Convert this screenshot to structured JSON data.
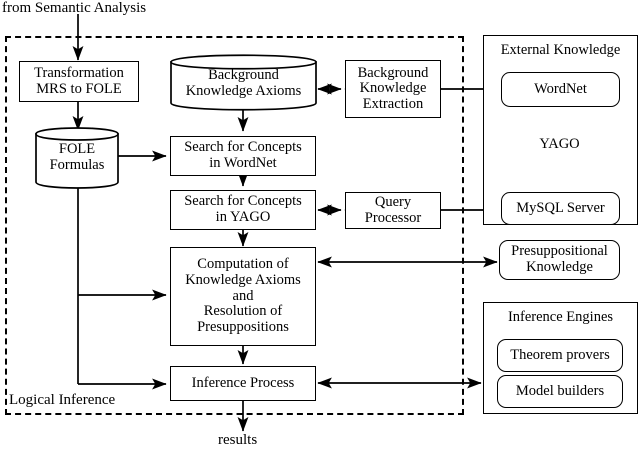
{
  "diagram": {
    "title": "Logical Inference pipeline architecture",
    "colors": {
      "stroke": "#000000",
      "fill": "#ffffff",
      "background": "#ffffff"
    },
    "external_labels": {
      "input": "from Semantic Analysis",
      "output": "results"
    },
    "regions": [
      {
        "id": "logical-inference",
        "label": "Logical Inference",
        "style": "dashed"
      },
      {
        "id": "external-knowledge",
        "label": "External Knowledge",
        "style": "solid"
      },
      {
        "id": "inference-engines",
        "label": "Inference Engines",
        "style": "solid"
      }
    ],
    "nodes": [
      {
        "id": "transformation",
        "shape": "rect",
        "lines": [
          "Transformation",
          "MRS to FOLE"
        ]
      },
      {
        "id": "fole-formulas",
        "shape": "cylinder",
        "lines": [
          "FOLE",
          "Formulas"
        ]
      },
      {
        "id": "background-knowledge-axioms",
        "shape": "cylinder",
        "lines": [
          "Background",
          "Knowledge Axioms"
        ]
      },
      {
        "id": "background-knowledge-extraction",
        "shape": "rect",
        "lines": [
          "Background",
          "Knowledge",
          "Extraction"
        ]
      },
      {
        "id": "search-wordnet",
        "shape": "rect",
        "lines": [
          "Search for Concepts",
          "in WordNet"
        ]
      },
      {
        "id": "search-yago",
        "shape": "rect",
        "lines": [
          "Search for Concepts",
          "in YAGO"
        ]
      },
      {
        "id": "query-processor",
        "shape": "rect",
        "lines": [
          "Query",
          "Processor"
        ]
      },
      {
        "id": "computation",
        "shape": "rect",
        "lines": [
          "Computation of",
          "Knowledge Axioms",
          "and",
          "Resolution of",
          "Presuppositions"
        ]
      },
      {
        "id": "inference-process",
        "shape": "rect",
        "lines": [
          "Inference Process"
        ]
      },
      {
        "id": "wordnet",
        "shape": "rounded",
        "lines": [
          "WordNet"
        ]
      },
      {
        "id": "yago",
        "shape": "cylinder",
        "lines": [
          "YAGO"
        ]
      },
      {
        "id": "mysql-server",
        "shape": "rounded",
        "lines": [
          "MySQL Server"
        ]
      },
      {
        "id": "presuppositional-knowledge",
        "shape": "rounded",
        "lines": [
          "Presuppositional",
          "Knowledge"
        ]
      },
      {
        "id": "theorem-provers",
        "shape": "rounded",
        "lines": [
          "Theorem provers"
        ]
      },
      {
        "id": "model-builders",
        "shape": "rounded",
        "lines": [
          "Model builders"
        ]
      }
    ],
    "text": {
      "input_label": "from Semantic Analysis",
      "transformation_line1": "Transformation",
      "transformation_line2": "MRS to FOLE",
      "fole_line1": "FOLE",
      "fole_line2": "Formulas",
      "bka_line1": "Background",
      "bka_line2": "Knowledge Axioms",
      "bke_line1": "Background",
      "bke_line2": "Knowledge",
      "bke_line3": "Extraction",
      "search_wordnet_line1": "Search for Concepts",
      "search_wordnet_line2": "in WordNet",
      "search_yago_line1": "Search for Concepts",
      "search_yago_line2": "in YAGO",
      "query_line1": "Query",
      "query_line2": "Processor",
      "computation_line1": "Computation of",
      "computation_line2": "Knowledge Axioms",
      "computation_line3": "and",
      "computation_line4": "Resolution of",
      "computation_line5": "Presuppositions",
      "inference_process": "Inference Process",
      "external_knowledge_title": "External Knowledge",
      "wordnet": "WordNet",
      "yago": "YAGO",
      "mysql_server": "MySQL Server",
      "presuppositional_line1": "Presuppositional",
      "presuppositional_line2": "Knowledge",
      "inference_engines_title": "Inference Engines",
      "theorem_provers": "Theorem provers",
      "model_builders": "Model builders",
      "logical_inference_label": "Logical Inference",
      "results_label": "results"
    },
    "edges": [
      {
        "from": "semantic-analysis",
        "to": "transformation",
        "type": "arrow"
      },
      {
        "from": "transformation",
        "to": "fole-formulas",
        "type": "arrow"
      },
      {
        "from": "fole-formulas",
        "to": "search-wordnet",
        "type": "arrow"
      },
      {
        "from": "fole-formulas",
        "to": "computation",
        "type": "arrow"
      },
      {
        "from": "fole-formulas",
        "to": "inference-process",
        "type": "arrow"
      },
      {
        "from": "background-knowledge-axioms",
        "to": "search-wordnet",
        "type": "arrow"
      },
      {
        "from": "background-knowledge-axioms",
        "to": "background-knowledge-extraction",
        "type": "double-arrow"
      },
      {
        "from": "background-knowledge-extraction",
        "to": "wordnet",
        "type": "double-arrow"
      },
      {
        "from": "search-wordnet",
        "to": "search-yago",
        "type": "arrow"
      },
      {
        "from": "search-yago",
        "to": "query-processor",
        "type": "double-arrow"
      },
      {
        "from": "query-processor",
        "to": "mysql-server",
        "type": "double-arrow"
      },
      {
        "from": "yago",
        "to": "mysql-server",
        "type": "double-arrow"
      },
      {
        "from": "search-yago",
        "to": "computation",
        "type": "arrow"
      },
      {
        "from": "computation",
        "to": "presuppositional-knowledge",
        "type": "double-arrow"
      },
      {
        "from": "computation",
        "to": "inference-process",
        "type": "arrow"
      },
      {
        "from": "inference-process",
        "to": "inference-engines",
        "type": "double-arrow"
      },
      {
        "from": "inference-process",
        "to": "results",
        "type": "arrow"
      }
    ]
  }
}
